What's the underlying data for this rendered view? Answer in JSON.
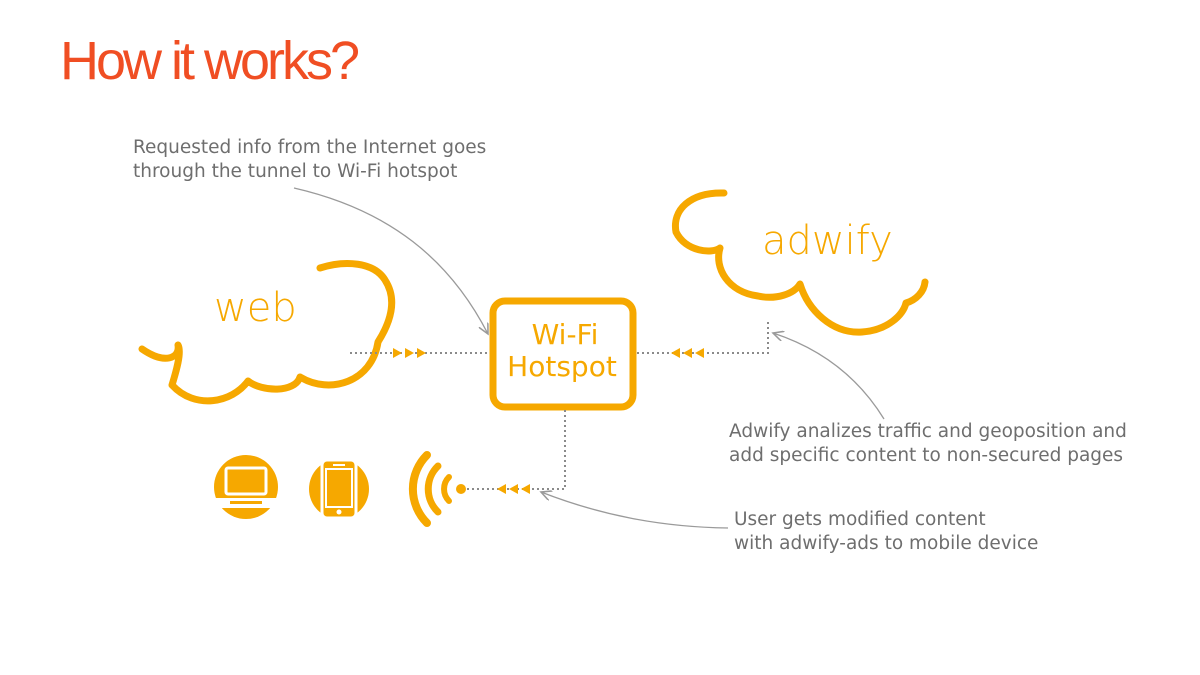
{
  "title": "How it works?",
  "colors": {
    "title": "#f04e23",
    "accent": "#f6a800",
    "text": "#6e6e6e",
    "connector": "#9a9a9a"
  },
  "nodes": {
    "web": "web",
    "adwify": "adwify",
    "hotspot_line1": "Wi-Fi",
    "hotspot_line2": "Hotspot"
  },
  "devices": [
    "laptop-icon",
    "smartphone-icon",
    "wifi-signal-icon"
  ],
  "notes": {
    "request": [
      "Requested info from the Internet goes",
      "through the tunnel to Wi-Fi hotspot"
    ],
    "adwify": [
      "Adwify analizes traffic and geoposition and",
      "add specific content to non-secured pages"
    ],
    "user": [
      "User gets modified content",
      "with adwify-ads to mobile device"
    ]
  }
}
